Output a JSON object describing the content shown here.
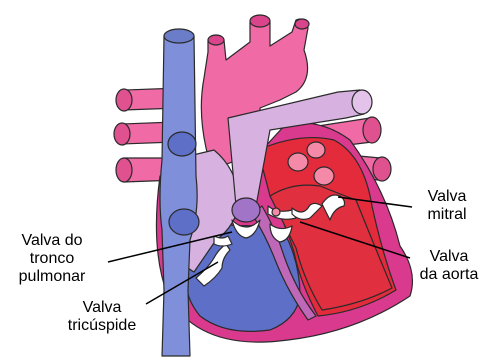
{
  "labels": {
    "mitral_valve": [
      "Valva",
      "mitral"
    ],
    "aortic_valve": [
      "Valva",
      "da aorta"
    ],
    "pulmonary_valve": [
      "Valva do",
      "tronco",
      "pulmonar"
    ],
    "tricuspid_valve": [
      "Valva",
      "tricúspide"
    ]
  },
  "colors": {
    "pink_vessel": "#f06aa6",
    "magenta_wall": "#d93a8d",
    "violet_wall": "#c068b8",
    "blue_vein": "#7f8fd9",
    "blue_chamber": "#5d6fc7",
    "lavender": "#d7b2e1",
    "red_chamber": "#e32b3c",
    "red_dark": "#c41d2e",
    "outline": "#222222",
    "leader_line": "#000000"
  }
}
